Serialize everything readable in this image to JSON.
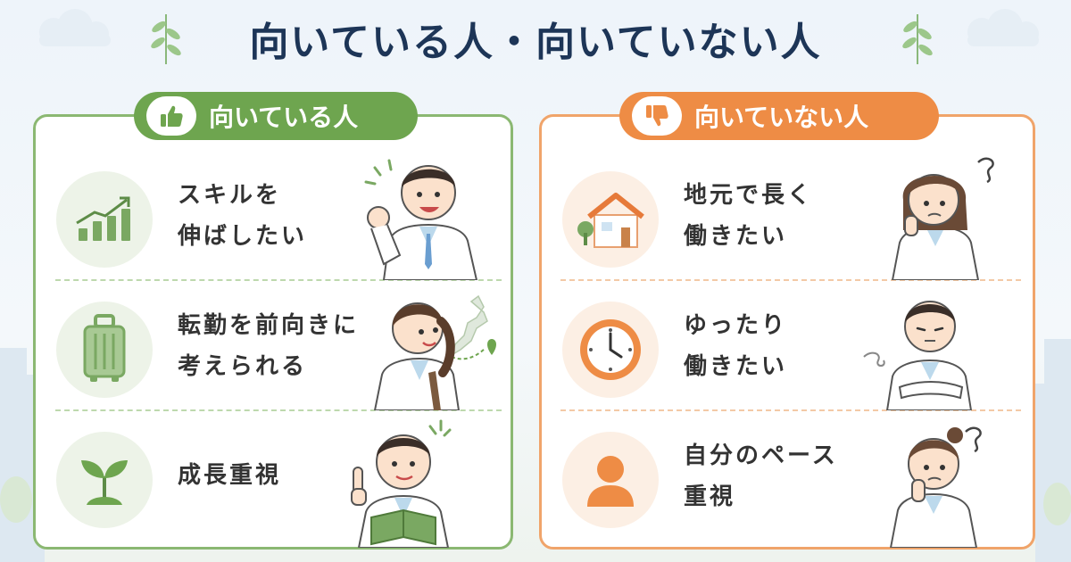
{
  "title": "向いている人・向いていない人",
  "colors": {
    "title": "#1d3557",
    "good_accent": "#6ea54f",
    "good_border": "#8bb872",
    "bad_accent": "#ee8c45",
    "bad_border": "#f0a46a"
  },
  "good": {
    "heading": "向いている人",
    "heading_icon": "thumbs-up-icon",
    "items": [
      {
        "line1": "スキルを",
        "line2": "伸ばしたい",
        "icon": "growth-chart-icon"
      },
      {
        "line1": "転勤を前向きに",
        "line2": "考えられる",
        "icon": "suitcase-icon"
      },
      {
        "line1": "成長重視",
        "line2": "",
        "icon": "sprout-icon"
      }
    ]
  },
  "bad": {
    "heading": "向いていない人",
    "heading_icon": "thumbs-down-icon",
    "items": [
      {
        "line1": "地元で長く",
        "line2": "働きたい",
        "icon": "house-icon"
      },
      {
        "line1": "ゆったり",
        "line2": "働きたい",
        "icon": "clock-icon"
      },
      {
        "line1": "自分のペース",
        "line2": "重視",
        "icon": "person-icon"
      }
    ]
  }
}
